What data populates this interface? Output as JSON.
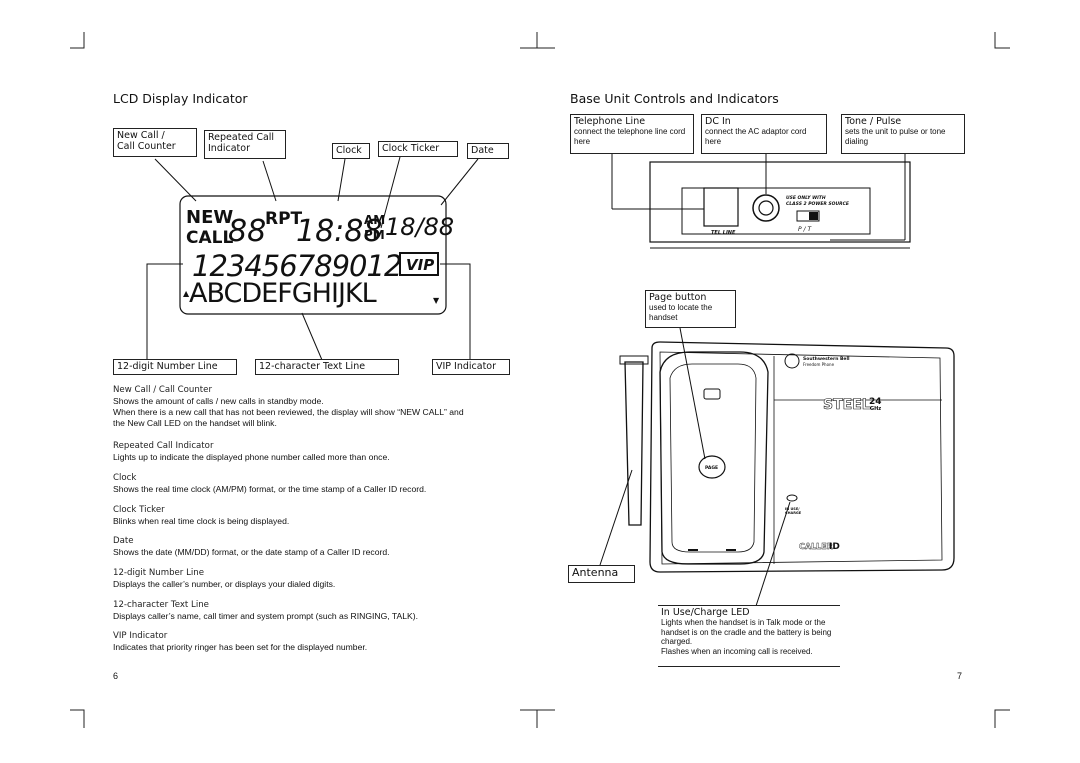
{
  "left_page": {
    "title": "LCD Display Indicator",
    "labels": {
      "new_call_l1": "New Call /",
      "new_call_l2": "Call Counter",
      "repeated_l1": "Repeated Call",
      "repeated_l2": "Indicator",
      "clock": "Clock",
      "clock_ticker": "Clock Ticker",
      "date": "Date",
      "number_line": "12-digit Number Line",
      "text_line": "12-character Text Line",
      "vip": "VIP Indicator"
    },
    "lcd": {
      "new": "NEW",
      "call": "CALL",
      "counter": "88",
      "rpt": "RPT",
      "time": "18:88",
      "am": "AM",
      "pm": "PM",
      "date": "18/88",
      "digits": "123456789012",
      "vip": "VIP",
      "text": "ABCDEFGHIJKL",
      "up_arrow": "▲",
      "down_arrow": "▼"
    },
    "descriptions": [
      {
        "term": "New Call / Call Counter",
        "text": "Shows the amount of calls / new calls in standby mode."
      },
      {
        "term": "",
        "text": "When there is a new call that has not been reviewed, the display will show “NEW CALL” and the New Call LED on the handset will blink."
      },
      {
        "term": "Repeated Call Indicator",
        "text": "Lights up to indicate the displayed phone number called more than once."
      },
      {
        "term": "Clock",
        "text": "Shows the real time clock (AM/PM) format, or the time stamp of a Caller ID record."
      },
      {
        "term": "Clock Ticker",
        "text": "Blinks when real time clock is being displayed."
      },
      {
        "term": "Date",
        "text": "Shows the date (MM/DD) format, or the date stamp of a Caller ID record."
      },
      {
        "term": "12-digit Number Line",
        "text": "Displays the caller’s number, or displays your dialed digits."
      },
      {
        "term": "12-character Text Line",
        "text": "Displays caller’s name, call timer and system prompt (such as RINGING, TALK)."
      },
      {
        "term": "VIP Indicator",
        "text": "Indicates that priority ringer has been set for the displayed number."
      }
    ],
    "page_number": "6"
  },
  "right_page": {
    "title": "Base Unit Controls and Indicators",
    "tel_line": {
      "title": "Telephone Line",
      "desc": "connect the telephone line cord here"
    },
    "dc_in": {
      "title": "DC In",
      "desc": "connect the AC adaptor cord here"
    },
    "tone_pulse": {
      "title": "Tone / Pulse",
      "desc": "sets the unit to pulse or tone dialing"
    },
    "panel": {
      "use_only_l1": "USE ONLY WITH",
      "use_only_l2": "CLASS 2 POWER SOURCE",
      "tel_line": "TEL LINE",
      "pt": "P  /  T"
    },
    "page_button": {
      "title": "Page button",
      "desc": "used to locate the handset"
    },
    "base": {
      "brand_l1": "Southwestern Bell",
      "brand_l2": "Freedom Phone",
      "steel": "STEEL",
      "steel_num": "24",
      "ghz": "GHz",
      "page": "PAGE",
      "in_use_l1": "IN USE/",
      "in_use_l2": "CHARGE",
      "caller": "CALLER",
      "id": "ID"
    },
    "antenna": "Antenna",
    "in_use_led": {
      "title": "In Use/Charge LED",
      "desc1": "Lights when the handset is in Talk mode or the handset is on the cradle and the battery is being charged.",
      "desc2": "Flashes when an incoming call is received."
    },
    "page_number": "7"
  }
}
